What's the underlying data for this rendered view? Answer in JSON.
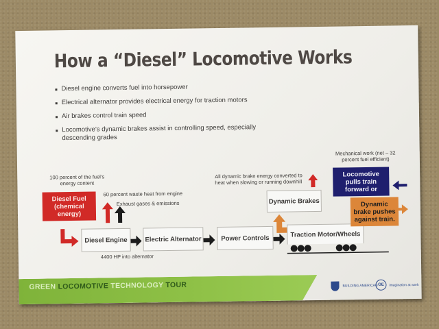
{
  "poster": {
    "title": "How a “Diesel” Locomotive Works",
    "bullets": [
      "Electrical alternator provides electrical energy for traction motors",
      "Diesel engine converts fuel into horsepower",
      "Air brakes control train speed",
      "Locomotive’s dynamic brakes assist in controlling speed, especially descending grades"
    ]
  },
  "diagram": {
    "fuel_note": "100 percent of the fuel’s energy content",
    "diesel_fuel": "Diesel Fuel (chemical energy)",
    "waste_heat_note": "60 percent waste heat from engine",
    "exhaust_note": "Exhaust gases & emissions",
    "diesel_engine": "Diesel Engine",
    "electric_alternator": "Electric Alternator",
    "power_controls": "Power Controls",
    "traction_motor": "Traction Motor/Wheels",
    "hp_note": "4400 HP into alternator",
    "dynamic_brake_note": "All dynamic brake energy converted to heat when slowing or running downhill",
    "dynamic_brakes": "Dynamic Brakes",
    "mech_work_note": "Mechanical work (net – 32 percent fuel efficient)",
    "loco_pulls": "Locomotive pulls train forward or",
    "dynamic_brake_pushes": "Dynamic brake pushes against train."
  },
  "footer": {
    "tour_word1": "GREEN ",
    "tour_word2": "LOCOMOTIVE ",
    "tour_word3": "TECHNOLOGY ",
    "tour_word4": "TOUR",
    "building_america": "BUILDING AMERICA®",
    "ge_tagline": "imagination at work",
    "ge_logo": "GE"
  },
  "colors": {
    "red": "#d12a27",
    "navy": "#1f1f6e",
    "orange": "#dc8639",
    "green": "#8fc147"
  }
}
